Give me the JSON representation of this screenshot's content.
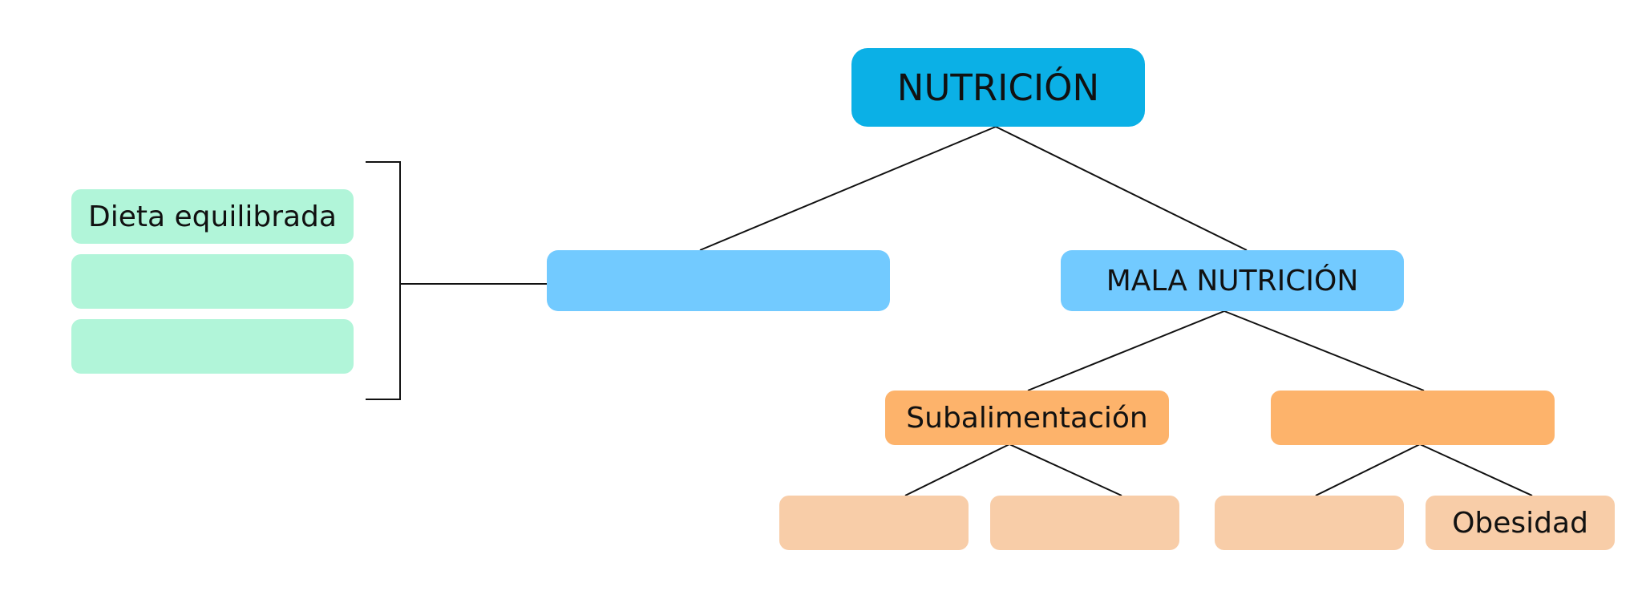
{
  "diagram": {
    "colors": {
      "root": "#0bb0e6",
      "level2": "#72caff",
      "level3": "#fdb36b",
      "level4": "#f8cda8",
      "side": "#b1f5d9",
      "line": "#111111",
      "text": "#111111"
    },
    "root": {
      "label": "NUTRICIÓN"
    },
    "left_branch": {
      "label": ""
    },
    "right_branch": {
      "label": "MALA NUTRICIÓN"
    },
    "mala_children": [
      {
        "label": "Subalimentación"
      },
      {
        "label": ""
      }
    ],
    "leaves": [
      {
        "label": ""
      },
      {
        "label": ""
      },
      {
        "label": ""
      },
      {
        "label": "Obesidad"
      }
    ],
    "side_list": [
      {
        "label": "Dieta equilibrada"
      },
      {
        "label": ""
      },
      {
        "label": ""
      }
    ]
  }
}
